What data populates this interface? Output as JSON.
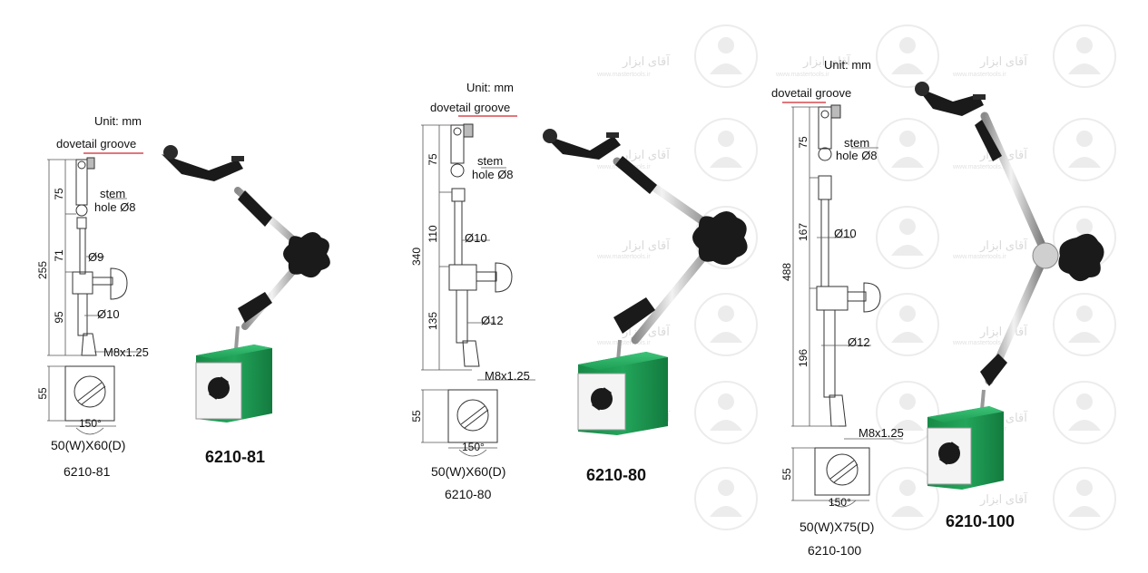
{
  "unit_label": "Unit: mm",
  "groove_label": "dovetail groove",
  "stem_label_1": "stem",
  "stem_label_2": "hole Ø8",
  "thread_label": "M8x1.25",
  "base_height": "55",
  "angle_label": "150°",
  "watermark_text": "آقای ابزار",
  "watermark_url": "www.mastertools.ir",
  "colors": {
    "base_green": "#1e9e55",
    "groove_red": "#d0242a",
    "knob_black": "#1a1a1a"
  },
  "products": [
    {
      "model": "6210-81",
      "dims": {
        "total": "255",
        "top": "75",
        "mid": "71",
        "low": "95",
        "d_upper": "Ø9",
        "d_lower": "Ø10"
      },
      "base_size": "50(W)X60(D)"
    },
    {
      "model": "6210-80",
      "dims": {
        "total": "340",
        "top": "75",
        "mid": "110",
        "low": "135",
        "d_upper": "Ø10",
        "d_lower": "Ø12"
      },
      "base_size": "50(W)X60(D)"
    },
    {
      "model": "6210-100",
      "dims": {
        "total": "488",
        "top": "75",
        "mid": "167",
        "low": "196",
        "d_upper": "Ø10",
        "d_lower": "Ø12"
      },
      "base_size": "50(W)X75(D)"
    }
  ]
}
